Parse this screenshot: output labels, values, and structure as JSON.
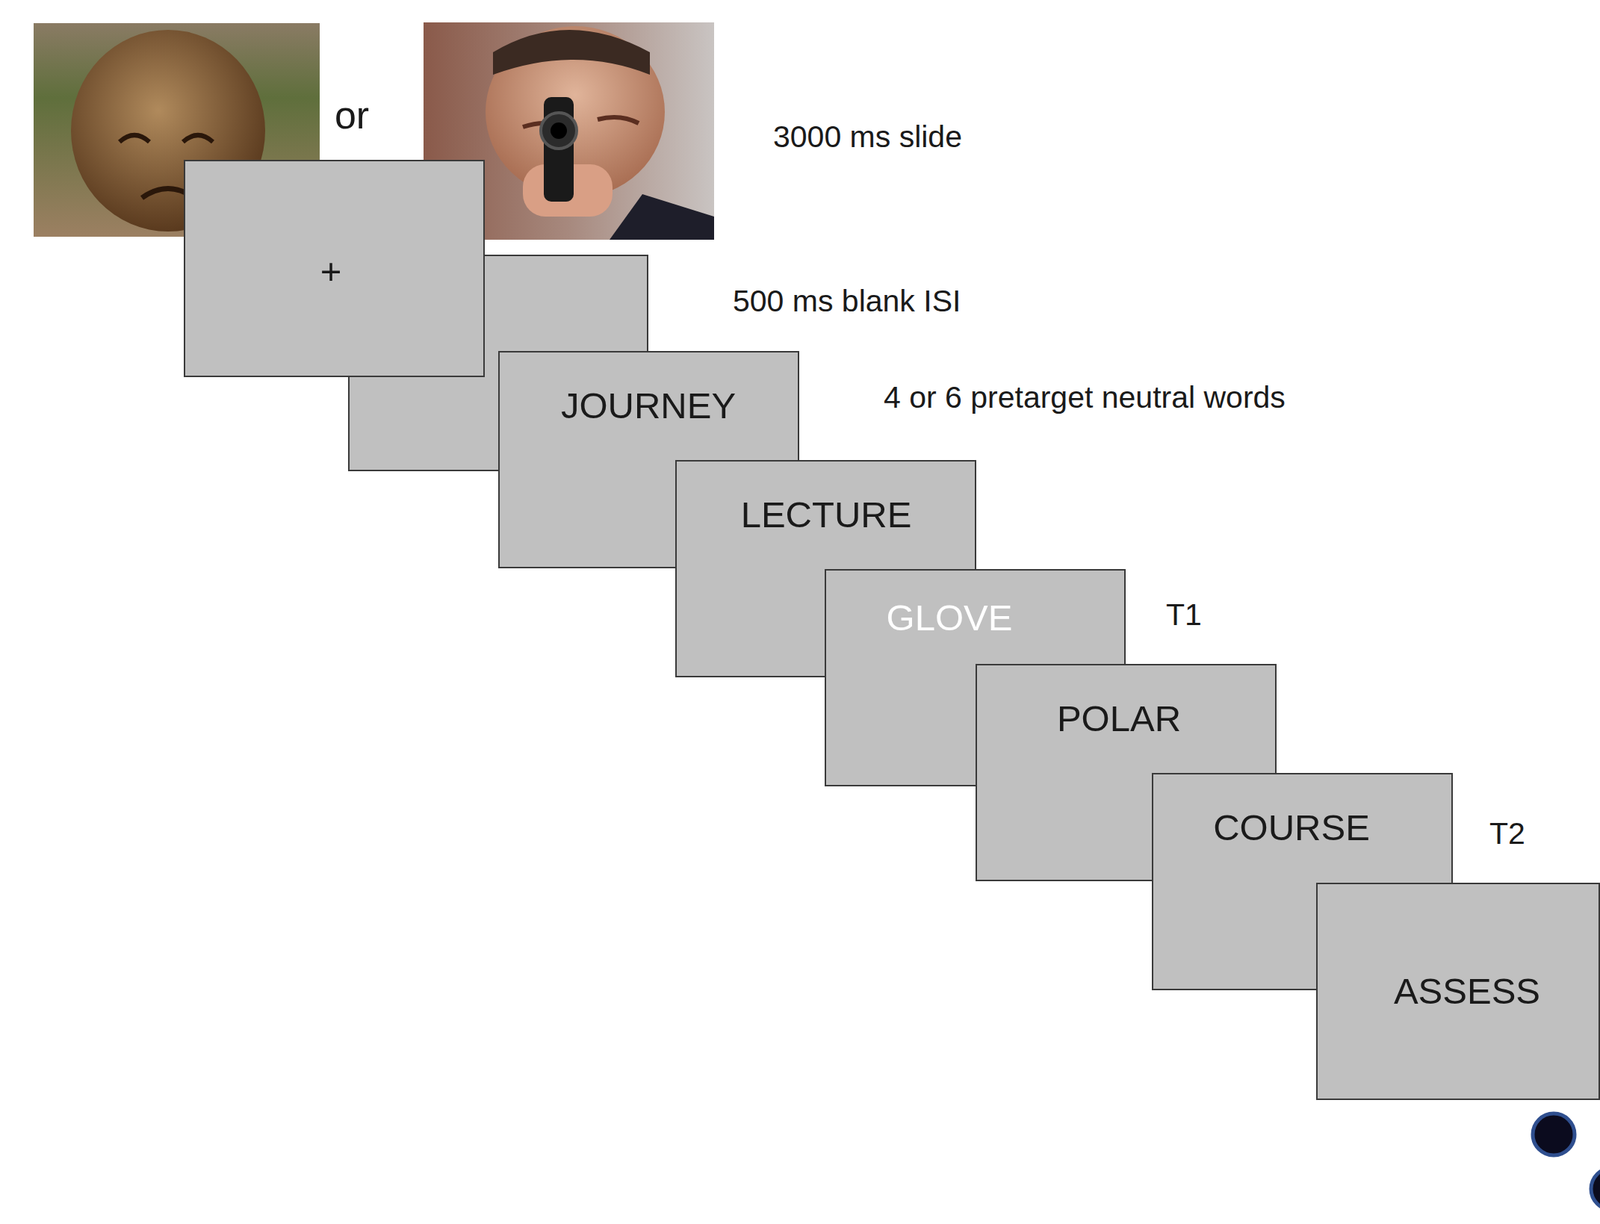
{
  "diagram": {
    "nodes": [
      {
        "text": [
          "+"
        ]
      },
      {
        "text": [
          "JOURNEY"
        ]
      },
      {
        "text": [
          "LECTURE"
        ]
      },
      {
        "text": [
          "GLOVE"
        ]
      },
      {
        "text": [
          "POLAR"
        ]
      },
      {
        "text": [
          "COURSE"
        ]
      },
      {
        "text": [
          "ASSESS"
        ]
      }
    ],
    "edges": [],
    "labels": [
      "or",
      "3000 ms slide",
      "500 ms blank ISI",
      "4 or 6 pretarget neutral words",
      "T1",
      "T2"
    ]
  }
}
